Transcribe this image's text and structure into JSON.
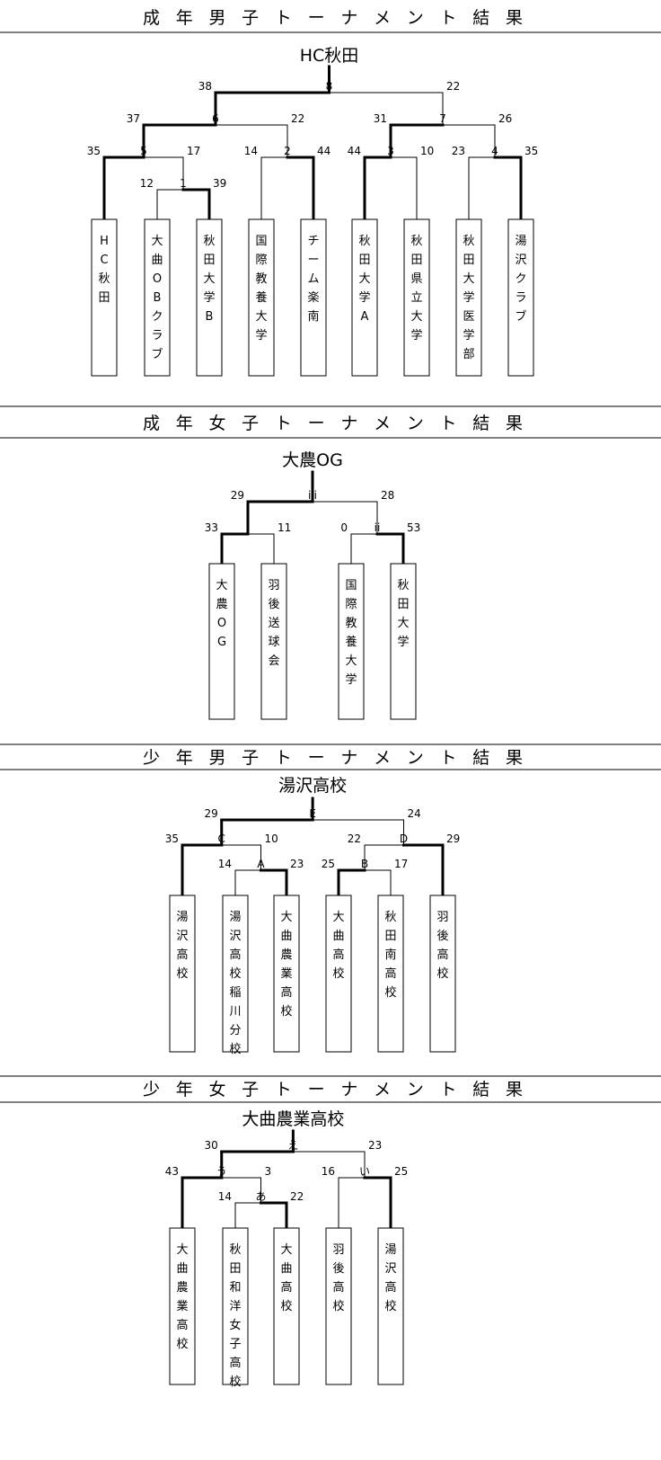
{
  "sections": [
    {
      "title": "成年男子トーナメント結果",
      "champion": "HC秋田",
      "teams": [
        "HC秋田",
        "大曲OBクラブ",
        "秋田大学B",
        "国際教養大学",
        "チーム楽南",
        "秋田大学A",
        "秋田県立大学",
        "秋田大学医学部",
        "湯沢クラブ"
      ],
      "matches": [
        {
          "label": "1",
          "left_score": "12",
          "right_score": "39",
          "winner": "right"
        },
        {
          "label": "2",
          "left_score": "14",
          "right_score": "44",
          "winner": "right"
        },
        {
          "label": "3",
          "left_score": "44",
          "right_score": "10",
          "winner": "left"
        },
        {
          "label": "4",
          "left_score": "23",
          "right_score": "35",
          "winner": "right"
        },
        {
          "label": "5",
          "left_score": "35",
          "right_score": "17",
          "winner": "left"
        },
        {
          "label": "6",
          "left_score": "37",
          "right_score": "22",
          "winner": "left"
        },
        {
          "label": "7",
          "left_score": "31",
          "right_score": "26",
          "winner": "left"
        },
        {
          "label": "8",
          "left_score": "38",
          "right_score": "22",
          "winner": "left"
        }
      ]
    },
    {
      "title": "成年女子トーナメント結果",
      "champion": "大農OG",
      "teams": [
        "大農OG",
        "羽後送球会",
        "国際教養大学",
        "秋田大学"
      ],
      "matches": [
        {
          "label": "i",
          "left_score": "33",
          "right_score": "11",
          "winner": "left"
        },
        {
          "label": "ii",
          "left_score": "0",
          "right_score": "53",
          "winner": "right"
        },
        {
          "label": "iii",
          "left_score": "29",
          "right_score": "28",
          "winner": "left"
        }
      ]
    },
    {
      "title": "少年男子トーナメント結果",
      "champion": "湯沢高校",
      "teams": [
        "湯沢高校",
        "湯沢高校稲川分校",
        "大曲農業高校",
        "大曲高校",
        "秋田南高校",
        "羽後高校"
      ],
      "matches": [
        {
          "label": "A",
          "left_score": "14",
          "right_score": "23",
          "winner": "right"
        },
        {
          "label": "B",
          "left_score": "25",
          "right_score": "17",
          "winner": "left"
        },
        {
          "label": "C",
          "left_score": "35",
          "right_score": "10",
          "winner": "left"
        },
        {
          "label": "D",
          "left_score": "22",
          "right_score": "29",
          "winner": "right"
        },
        {
          "label": "E",
          "left_score": "29",
          "right_score": "24",
          "winner": "left"
        }
      ]
    },
    {
      "title": "少年女子トーナメント結果",
      "champion": "大曲農業高校",
      "teams": [
        "大曲農業高校",
        "秋田和洋女子高校",
        "大曲高校",
        "羽後高校",
        "湯沢高校"
      ],
      "matches": [
        {
          "label": "あ",
          "left_score": "14",
          "right_score": "22",
          "winner": "right"
        },
        {
          "label": "い",
          "left_score": "16",
          "right_score": "25",
          "winner": "right"
        },
        {
          "label": "う",
          "left_score": "43",
          "right_score": "3",
          "winner": "left"
        },
        {
          "label": "え",
          "left_score": "30",
          "right_score": "23",
          "winner": "left"
        }
      ]
    }
  ]
}
